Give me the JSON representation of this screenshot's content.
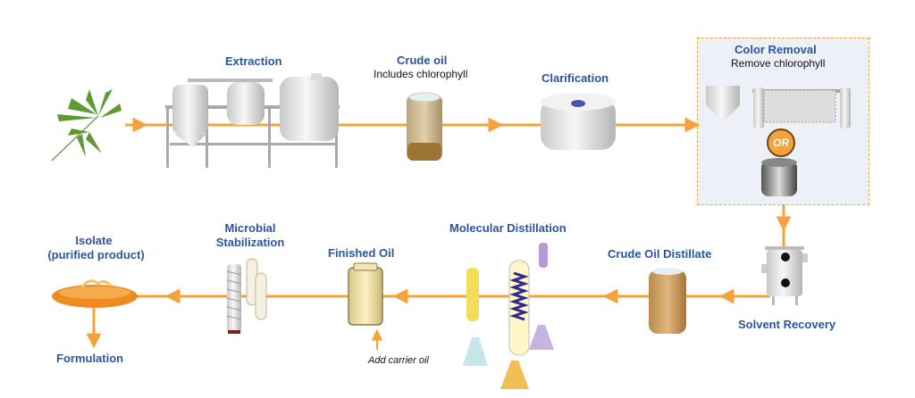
{
  "diagram": {
    "title": "Hemp oil processing flow",
    "colors": {
      "label": "#2a55a0",
      "arrow": "#f5a23a",
      "highlight_box": "#eef0f8",
      "box_border": "#f5a840"
    },
    "steps": {
      "plant": {
        "icon": "hemp-leaf"
      },
      "extraction": {
        "label": "Extraction"
      },
      "crude_oil": {
        "label": "Crude oil",
        "note": "Includes chlorophyll"
      },
      "clarification": {
        "label": "Clarification"
      },
      "color_removal": {
        "label": "Color Removal",
        "note": "Remove chlorophyll",
        "or_label": "OR"
      },
      "solvent_recovery": {
        "label": "Solvent Recovery"
      },
      "crude_oil_distillate": {
        "label": "Crude Oil Distillate"
      },
      "molecular_distillation": {
        "label": "Molecular Distillation"
      },
      "finished_oil": {
        "label": "Finished Oil",
        "note": "Add carrier oil"
      },
      "microbial_stabilization": {
        "label_line1": "Microbial",
        "label_line2": "Stabilization"
      },
      "isolate": {
        "label_line1": "Isolate",
        "label_line2": "(purified product)"
      },
      "formulation": {
        "label": "Formulation"
      }
    }
  }
}
